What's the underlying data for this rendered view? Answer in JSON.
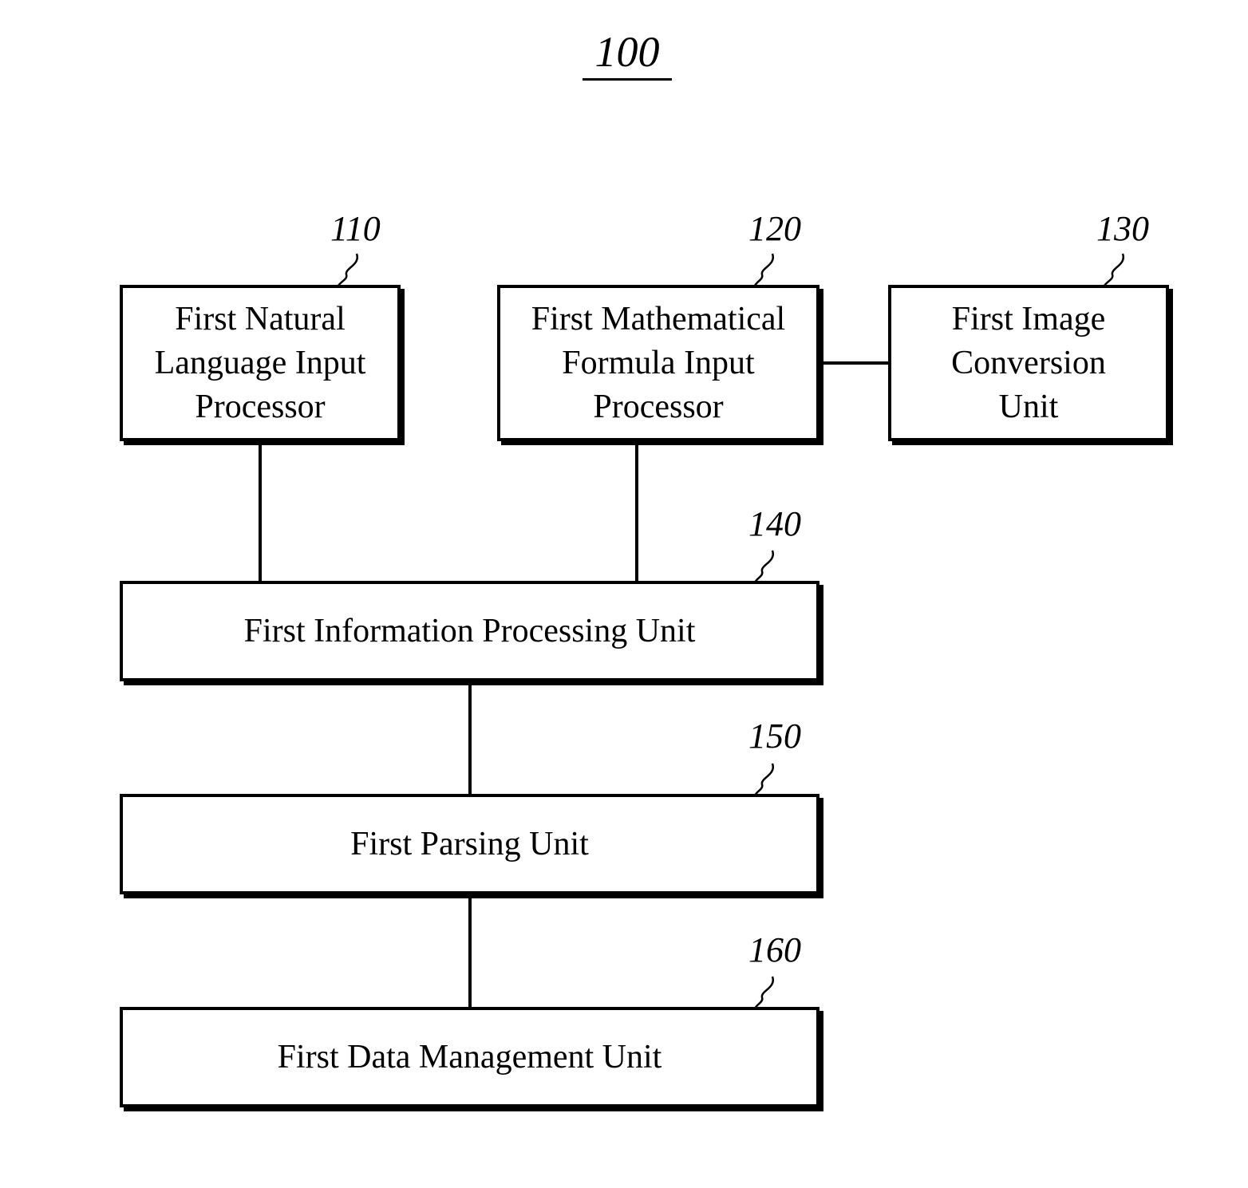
{
  "figure": {
    "number": "100"
  },
  "blocks": {
    "b110": {
      "ref": "110",
      "label": "First Natural\nLanguage Input\nProcessor"
    },
    "b120": {
      "ref": "120",
      "label": "First Mathematical\nFormula Input\nProcessor"
    },
    "b130": {
      "ref": "130",
      "label": "First Image\nConversion\nUnit"
    },
    "b140": {
      "ref": "140",
      "label": "First Information Processing Unit"
    },
    "b150": {
      "ref": "150",
      "label": "First Parsing Unit"
    },
    "b160": {
      "ref": "160",
      "label": "First Data Management Unit"
    }
  }
}
